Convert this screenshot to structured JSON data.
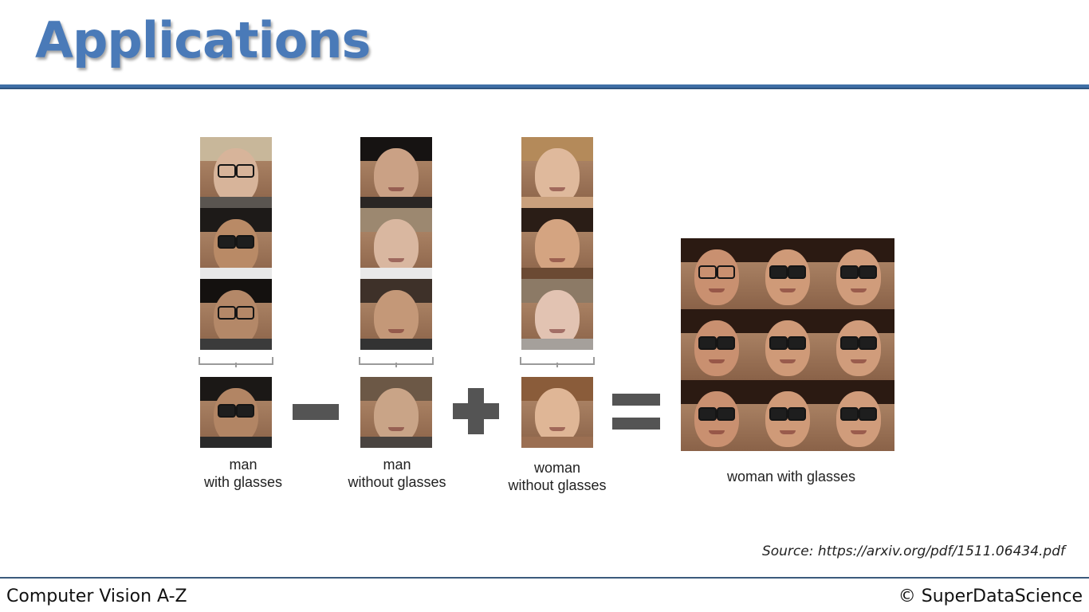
{
  "slide": {
    "title": "Applications",
    "accent_color": "#4a7ab8"
  },
  "groups": [
    {
      "label_line1": "man",
      "label_line2": "with glasses"
    },
    {
      "label_line1": "man",
      "label_line2": "without glasses"
    },
    {
      "label_line1": "woman",
      "label_line2": "without glasses"
    },
    {
      "label_line1": "woman with glasses"
    }
  ],
  "operators": [
    "minus-icon",
    "plus-icon",
    "equals-icon"
  ],
  "source": "Source: https://arxiv.org/pdf/1511.06434.pdf",
  "footer": {
    "course": "Computer Vision A-Z",
    "copyright": "© SuperDataScience"
  }
}
